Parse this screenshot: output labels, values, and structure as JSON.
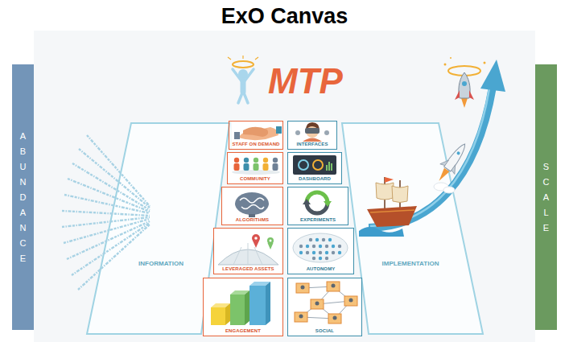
{
  "diagram": {
    "title": "ExO Canvas",
    "nodes": [
      {
        "text": [
          "ABUNDANCE"
        ]
      },
      {
        "text": [
          "INFORMATION"
        ]
      },
      {
        "text": [
          "STAFF ON DEMAND"
        ]
      },
      {
        "text": [
          "COMMUNITY"
        ]
      },
      {
        "text": [
          "ALGORITHMS"
        ]
      },
      {
        "text": [
          "LEVERAGED ASSETS"
        ]
      },
      {
        "text": [
          "ENGAGEMENT"
        ]
      },
      {
        "text": [
          "INTERFACES"
        ]
      },
      {
        "text": [
          "DASHBOARD"
        ]
      },
      {
        "text": [
          "EXPERIMENTS"
        ]
      },
      {
        "text": [
          "AUTONOMY"
        ]
      },
      {
        "text": [
          "SOCIAL"
        ]
      },
      {
        "text": [
          "IMPLEMENTATION"
        ]
      },
      {
        "text": [
          "SCALE"
        ]
      }
    ],
    "labels": [
      "MTP"
    ]
  }
}
